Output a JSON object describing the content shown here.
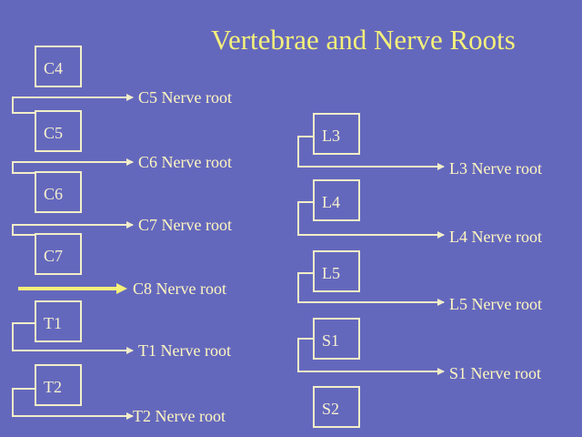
{
  "title": "Vertebrae and Nerve Roots",
  "cervical_thoracic": {
    "vertebrae": [
      "C4",
      "C5",
      "C6",
      "C7",
      "T1",
      "T2"
    ],
    "roots": [
      "C5 Nerve root",
      "C6 Nerve root",
      "C7 Nerve root",
      "C8 Nerve root",
      "T1 Nerve root",
      "T2 Nerve root"
    ]
  },
  "lumbar_sacral": {
    "vertebrae": [
      "L3",
      "L4",
      "L5",
      "S1",
      "S2"
    ],
    "roots": [
      "L3 Nerve root",
      "L4 Nerve root",
      "L5 Nerve root",
      "S1 Nerve root"
    ]
  },
  "colors": {
    "background": "#6468bd",
    "title": "#f4f07a",
    "lines": "#f2eec8",
    "text": "#fff7c0"
  }
}
